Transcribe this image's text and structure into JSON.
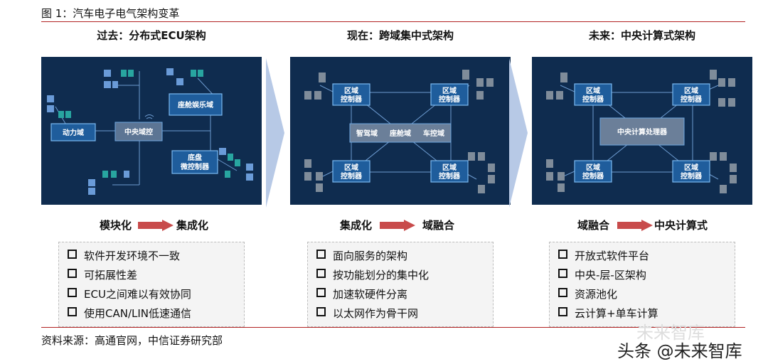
{
  "figure_title": "图 1：汽车电子电气架构变革",
  "source": "资料来源：高通官网，中信证券研究部",
  "watermark": "头条 @未来智库",
  "watermark_faint": "未来智库",
  "colors": {
    "rule": "#b22222",
    "panel": "#0f2c4f",
    "arrow": "#c84b4b",
    "big_arrow": "#b7c9e6"
  },
  "columns": [
    {
      "heading": "过去：分布式ECU架构",
      "diagram": {
        "central": "中央域控",
        "nodes": [
          "动力域",
          "座舱娱乐域",
          "底盘",
          "微控制器"
        ]
      },
      "flow_from": "模块化",
      "flow_to": "集成化",
      "items": [
        "软件开发环境不一致",
        "可拓展性差",
        "ECU之间难以有效协同",
        "使用CAN/LIN低速通信"
      ]
    },
    {
      "heading": "现在：跨域集中式架构",
      "diagram": {
        "zone_line1": "区域",
        "zone_line2": "控制器",
        "center_items": [
          "智驾域",
          "座舱域",
          "车控域"
        ]
      },
      "flow_from": "集成化",
      "flow_to": "域融合",
      "items": [
        "面向服务的架构",
        "按功能划分的集中化",
        "加速软硬件分离",
        "以太网作为骨干网"
      ]
    },
    {
      "heading": "未来：中央计算式架构",
      "diagram": {
        "zone_line1": "区域",
        "zone_line2": "控制器",
        "central": "中央计算处理器"
      },
      "flow_from": "域融合",
      "flow_to": "中央计算式",
      "items": [
        "开放式软件平台",
        "中央-层-区架构",
        "资源池化",
        "云计算+单车计算"
      ]
    }
  ]
}
